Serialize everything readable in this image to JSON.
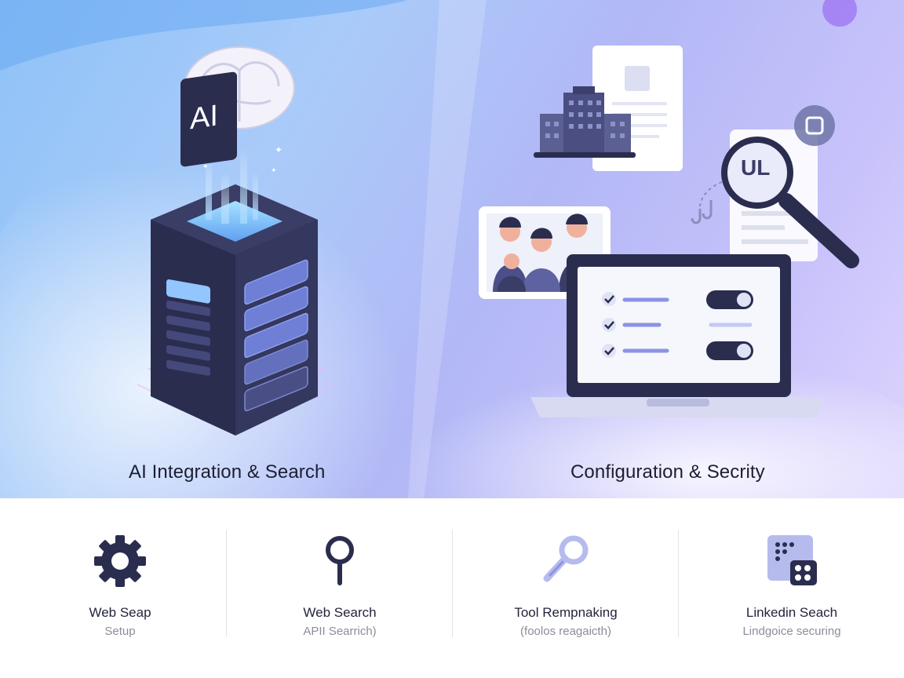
{
  "hero": {
    "left_title": "AI Integration & Search",
    "right_title": "Configuration & Secrity",
    "ai_badge": "AI",
    "magnifier_text": "UL"
  },
  "features": [
    {
      "title": "Web Seap",
      "subtitle": "Setup",
      "icon": "gear-icon"
    },
    {
      "title": "Web Search",
      "subtitle": "APII Searrich)",
      "icon": "pin-search-icon"
    },
    {
      "title": "Tool Rempnaking",
      "subtitle": "(foolos reagaicth)",
      "icon": "key-search-icon"
    },
    {
      "title": "Linkedin Seach",
      "subtitle": "Lindgoice securing",
      "icon": "grid-icon"
    }
  ],
  "colors": {
    "navy": "#2b2d4f",
    "accent": "#8a93e6",
    "light_accent": "#c3c8f5"
  }
}
